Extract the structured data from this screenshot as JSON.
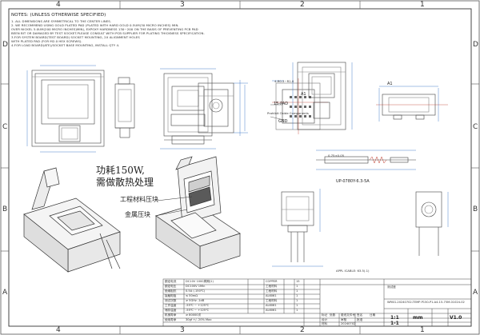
{
  "zones": {
    "top": [
      "4",
      "3",
      "2",
      "1"
    ],
    "bottom": [
      "4",
      "3",
      "2",
      "1"
    ],
    "left": [
      "D",
      "C",
      "B",
      "A"
    ],
    "right": [
      "D",
      "C",
      "B",
      "A"
    ]
  },
  "notes": {
    "title": "NOTES: (UNLESS OTHERWISE SPECIFIED)",
    "lines": [
      "1. ALL DIMENSIONS ARE SYMMETRICAL TO THE CENTER LINES.",
      "2. WE RECOMMEND USING GOLD PLATED PAD (PLATED WITH HARD GOLD 0.5UM(30 MICRO INCHES) MIN.",
      "OVER NICKEL 5.0UM(200 MICRO INCHES)MIN), EXPOXY HARDNESS 130~200 ON THE BASIS OF PREVENTING PCB PAD",
      "BEEN BIT OR DAMAGED BY TEST SOCKET.PLEASE CONSULT WITH PCB SUPPLIER FOR PLATING THICKNESS SPECIFICATION.",
      "3.FOR SYSTEM BOARD(TEST BOARD) SOCKET MOUNTING, 2X ALIGNMENT HOLES",
      "WITH PLATED PAD (FOR M2.0 HEX SCREWS).",
      "4.FOR LOAD BOARD(ATE)/SOCKET BASE MOUNTING, INSTALL QTY 4."
    ]
  },
  "labels": {
    "power": "功耗150W,",
    "cooling": "需做散热处理",
    "engineering_material": "工程材料压块",
    "metal_block": "金属压块",
    "a1_top": "A1",
    "a1_right": "A1",
    "pad_label": "15-PAD",
    "gnd_label": "GND",
    "part_number": "UP-0780Y-6.3-5A",
    "cable_label": "APPL ICABLE: 63.5(.1)",
    "pad_note": "4-R0.5~R1.0",
    "pcb_note": "Prohibit Oxide Components",
    "dim_note": "0.75±0.05"
  },
  "spec_table": [
    {
      "label": "额定电流",
      "value": "DC10V  1000周期(1)"
    },
    {
      "label": "额定电压",
      "value": "DC100V  1Min"
    },
    {
      "label": "绝缘阻抗",
      "value": "0.5A  (-150℃)"
    },
    {
      "label": "接触电阻",
      "value": "≤ 50mΩ"
    },
    {
      "label": "测试次数",
      "value": "≥ 5GHz  -1dB"
    },
    {
      "label": "工作温度",
      "value": "-55℃ ~ +125℃"
    },
    {
      "label": "储存温度",
      "value": "-55℃ ~ +125℃"
    },
    {
      "label": "机械寿命",
      "value": "≥ 80000次"
    },
    {
      "label": "使用寿命",
      "value": "30gf +/- 20%  Max"
    }
  ],
  "parts_table": [
    {
      "name": "COPPER",
      "qty": "15"
    },
    {
      "name": "工程材料",
      "qty": "1"
    },
    {
      "name": "工程材料",
      "qty": "1"
    },
    {
      "name": "AL6061",
      "qty": "1"
    },
    {
      "name": "工程材料",
      "qty": "1"
    },
    {
      "name": "AL6061",
      "qty": "1"
    },
    {
      "name": "AL6061",
      "qty": "1"
    }
  ],
  "title_block": {
    "drawing_no": "WRSG-20240702-TEMP-P150-P1-A4-15-75M-01024-02",
    "scale": "1:1",
    "unit": "mm",
    "sheet": "1-1",
    "version": "V1.0",
    "date": "20240702",
    "drawn": "设计",
    "checked": "审核",
    "approved": "批准",
    "marker": "标记",
    "count": "处数",
    "change_no": "更改文件号",
    "sign": "签名",
    "date_label": "日期",
    "material_label": "材料",
    "name_label": "测试座"
  },
  "colors": {
    "line": "#444444",
    "blue": "#1f5fbf",
    "red": "#c0392b",
    "grey": "#9a9a9a"
  }
}
